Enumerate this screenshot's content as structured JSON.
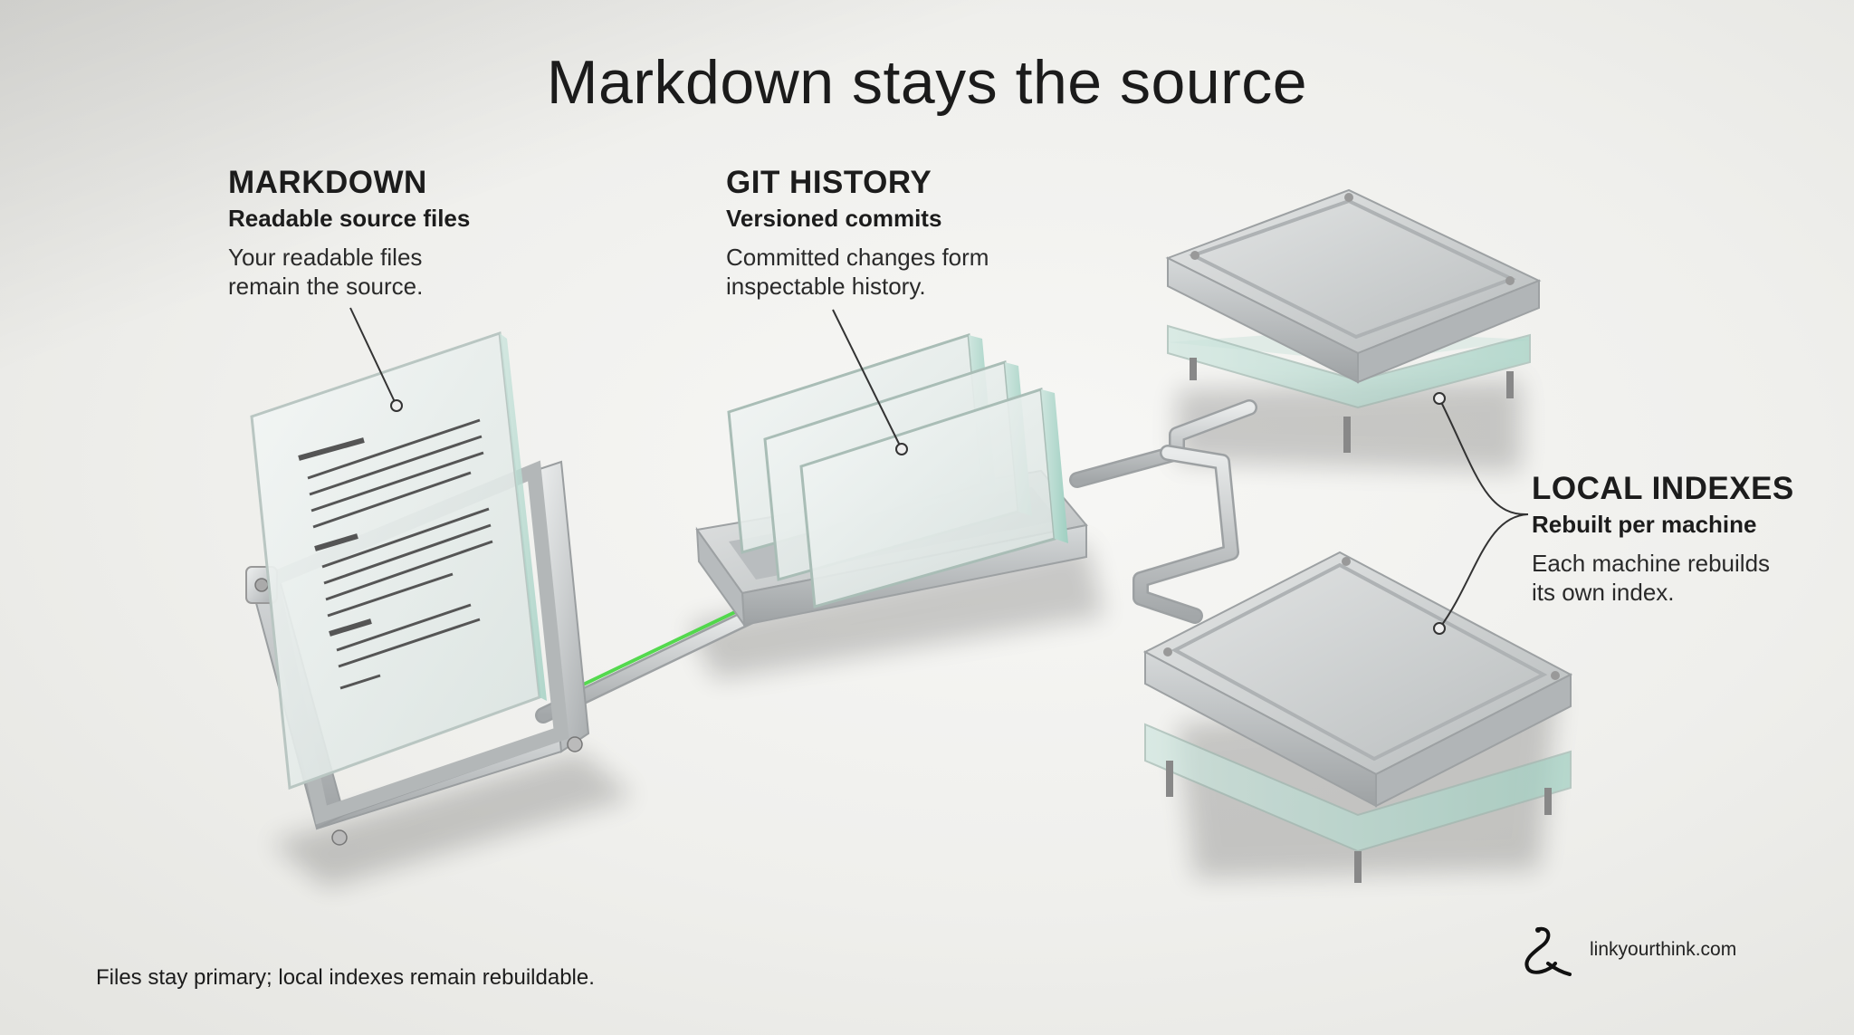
{
  "title": "Markdown stays the source",
  "stages": [
    {
      "heading": "MARKDOWN",
      "subheading": "Readable source files",
      "body": [
        "Your readable files",
        "remain the source."
      ]
    },
    {
      "heading": "GIT HISTORY",
      "subheading": "Versioned commits",
      "body": [
        "Committed changes form",
        "inspectable history."
      ]
    },
    {
      "heading": "LOCAL INDEXES",
      "subheading": "Rebuilt per machine",
      "body": [
        "Each machine rebuilds",
        "its own index."
      ]
    }
  ],
  "footer": "Files stay primary; local indexes remain rebuildable.",
  "brand": "linkyourthink.com",
  "colors": {
    "accent_green": "#43d63c",
    "metal": "#c9cccd",
    "text": "#1c1c1c"
  }
}
